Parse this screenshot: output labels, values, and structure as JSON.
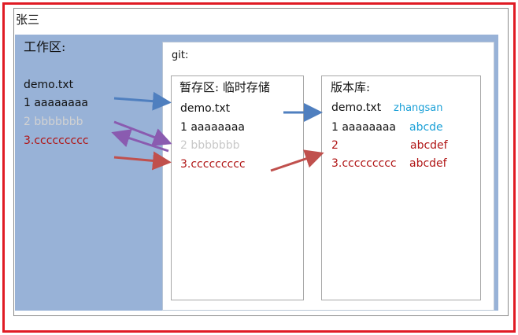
{
  "title": "张三",
  "workspace": {
    "label": "工作区:",
    "filename": "demo.txt",
    "lines": [
      "1 aaaaaaaa",
      "2 bbbbbbb",
      "3.ccccccccc"
    ]
  },
  "git": {
    "label": "git:",
    "stage": {
      "label": "暂存区: 临时存储",
      "filename": "demo.txt",
      "lines": [
        "1 aaaaaaaa",
        "2 bbbbbbb",
        "3.ccccccccc"
      ]
    },
    "repo": {
      "label": "版本库:",
      "filename": "demo.txt",
      "author": "zhangsan",
      "lines": [
        {
          "text": "1 aaaaaaaa",
          "version": "abcde"
        },
        {
          "text": "2",
          "version": "abcdef"
        },
        {
          "text": "3.ccccccccc",
          "version": "abcdef"
        }
      ]
    }
  },
  "colors": {
    "frame": "#e01b24",
    "workspace_bg": "#98b2d7",
    "text": "#111111",
    "faded": "#c8c8c8",
    "changed": "#b01515",
    "version_blue": "#1ba0d7",
    "version_red": "#b01515",
    "arrow_blue": "#4f7fbf",
    "arrow_purple": "#8a5bb0",
    "arrow_red": "#c0504d"
  }
}
